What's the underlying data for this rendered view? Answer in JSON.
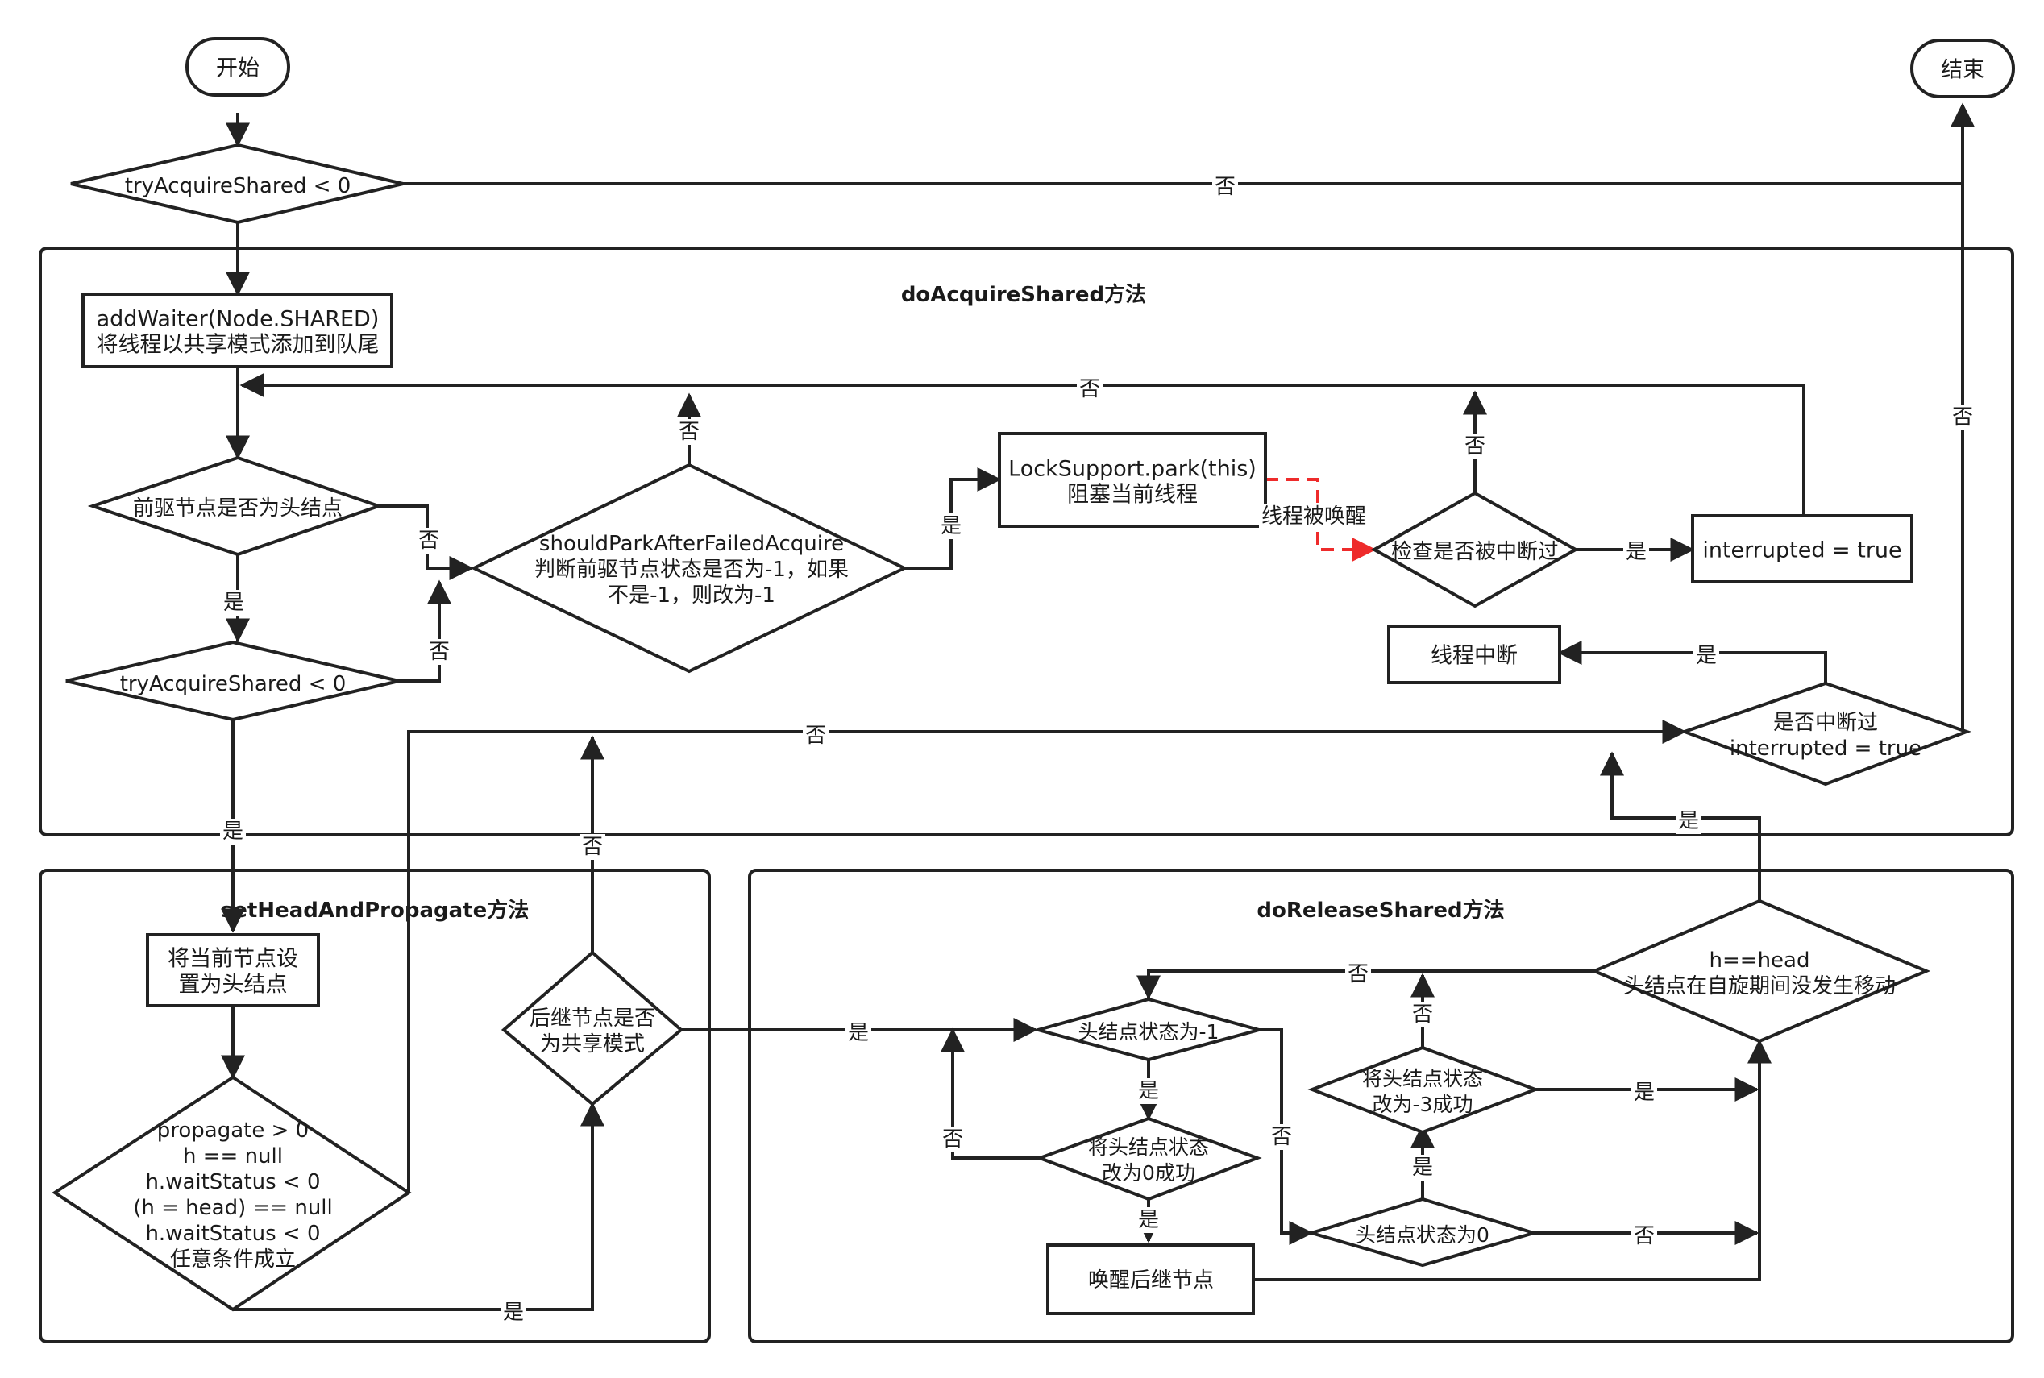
{
  "diagram": {
    "groups": {
      "doAcquireShared": "doAcquireShared方法",
      "setHeadAndPropagate": "setHeadAndPropagate方法",
      "doReleaseShared": "doReleaseShared方法"
    },
    "nodes": {
      "start": [
        "开始"
      ],
      "end": [
        "结束"
      ],
      "try1": [
        "tryAcquireShared < 0"
      ],
      "addWaiter": [
        "addWaiter(Node.SHARED)",
        "将线程以共享模式添加到队尾"
      ],
      "predIsHead": [
        "前驱节点是否为头结点"
      ],
      "try2": [
        "tryAcquireShared < 0"
      ],
      "shouldPark": [
        "shouldParkAfterFailedAcquire",
        "判断前驱节点状态是否为-1，如果",
        "不是-1，则改为-1"
      ],
      "park": [
        "LockSupport.park(this)",
        "阻塞当前线程"
      ],
      "checkInt": [
        "检查是否被中断过"
      ],
      "setInt": [
        "interrupted = true"
      ],
      "selfInt": [
        "线程中断"
      ],
      "isInt": [
        "是否中断过",
        "interrupted = true"
      ],
      "setHead": [
        "将当前节点设",
        "置为头结点"
      ],
      "propagate": [
        "propagate > 0",
        "h == null",
        "h.waitStatus < 0",
        "(h = head) == null",
        "h.waitStatus < 0",
        "任意条件成立"
      ],
      "succShared": [
        "后继节点是否",
        "为共享模式"
      ],
      "headSig": [
        "头结点状态为-1"
      ],
      "cas0": [
        "将头结点状态",
        "改为0成功"
      ],
      "unpark": [
        "唤醒后继节点"
      ],
      "head0": [
        "头结点状态为0"
      ],
      "casProp": [
        "将头结点状态",
        "改为-3成功"
      ],
      "hHead": [
        "h==head",
        "头结点在自旋期间没发生移动"
      ]
    },
    "edge_labels": {
      "no_try1": "否",
      "no_up_outer": "否",
      "yes_pred": "是",
      "no_pred": "否",
      "no_try2": "否",
      "no_should": "否",
      "yes_should": "是",
      "woken": "线程被唤醒",
      "no_check": "否",
      "yes_check": "是",
      "no_loop_top": "否",
      "yes_isint": "是",
      "no_isint_loop": "否",
      "yes_try2": "是",
      "no_succ": "否",
      "yes_succ": "是",
      "yes_prop": "是",
      "yes_release": "是",
      "yes_headsig": "是",
      "yes_cas0": "是",
      "no_cas0": "否",
      "no_headsig": "否",
      "yes_head0": "是",
      "no_head0": "否",
      "no_casprop": "否",
      "yes_casprop": "是",
      "no_hhead": "否"
    },
    "colors": {
      "stroke": "#222222",
      "highlight": "#ee2b2b",
      "background": "#ffffff"
    }
  }
}
